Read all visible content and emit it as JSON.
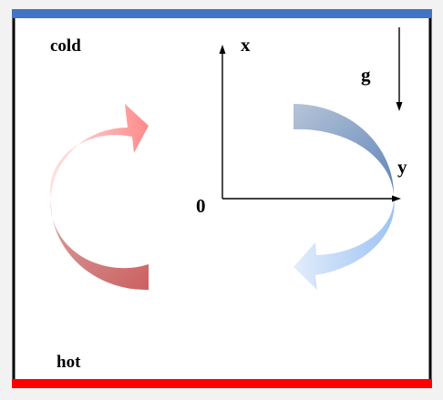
{
  "labels": {
    "cold": "cold",
    "hot": "hot",
    "axis_x": "x",
    "axis_y": "y",
    "origin": "0",
    "gravity": "g"
  },
  "colors": {
    "cold_wall": "#4472c4",
    "hot_wall": "#ff0000",
    "side_walls": "#000000",
    "hot_plume": "#e06060",
    "cold_plume": "#4f7fc0"
  }
}
